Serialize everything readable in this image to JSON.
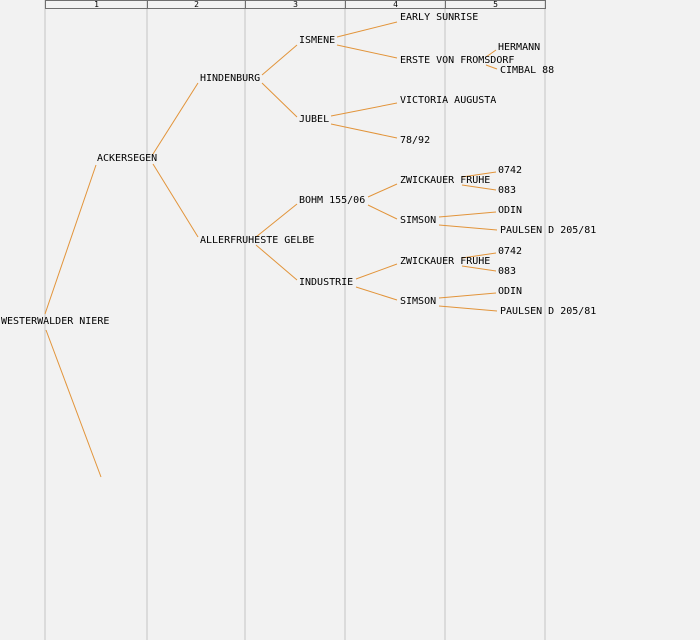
{
  "colors": {
    "background": "#f2f2f2",
    "grid_line": "#c4c4c4",
    "edge_line": "#e2943a",
    "text": "#000000"
  },
  "generation_headers": [
    "1",
    "2",
    "3",
    "4",
    "5"
  ],
  "tree": {
    "nodes": [
      {
        "label": "WESTERWALDER NIERE",
        "generation": 0
      },
      {
        "label": "ACKERSEGEN",
        "generation": 1
      },
      {
        "label": "HINDENBURG",
        "generation": 2
      },
      {
        "label": "ALLERFRUHESTE GELBE",
        "generation": 2
      },
      {
        "label": "ISMENE",
        "generation": 3
      },
      {
        "label": "JUBEL",
        "generation": 3
      },
      {
        "label": "BOHM 155/06",
        "generation": 3
      },
      {
        "label": "INDUSTRIE",
        "generation": 3
      },
      {
        "label": "EARLY SUNRISE",
        "generation": 4
      },
      {
        "label": "ERSTE VON FROMSDORF",
        "generation": 4
      },
      {
        "label": "VICTORIA AUGUSTA",
        "generation": 4
      },
      {
        "label": "78/92",
        "generation": 4
      },
      {
        "label": "ZWICKAUER FRUHE",
        "generation": 4
      },
      {
        "label": "SIMSON",
        "generation": 4
      },
      {
        "label": "ZWICKAUER FRUHE",
        "generation": 4
      },
      {
        "label": "SIMSON",
        "generation": 4
      },
      {
        "label": "HERMANN",
        "generation": 5
      },
      {
        "label": "CIMBAL 88",
        "generation": 5
      },
      {
        "label": "0742",
        "generation": 5
      },
      {
        "label": "083",
        "generation": 5
      },
      {
        "label": "ODIN",
        "generation": 5
      },
      {
        "label": "PAULSEN D 205/81",
        "generation": 5
      },
      {
        "label": "0742",
        "generation": 5
      },
      {
        "label": "083",
        "generation": 5
      },
      {
        "label": "ODIN",
        "generation": 5
      },
      {
        "label": "PAULSEN D 205/81",
        "generation": 5
      }
    ],
    "ancestry": {
      "name": "WESTERWALDER NIERE",
      "parents": [
        {
          "name": "ACKERSEGEN",
          "parents": [
            {
              "name": "HINDENBURG",
              "parents": [
                {
                  "name": "ISMENE",
                  "parents": [
                    {
                      "name": "EARLY SUNRISE"
                    },
                    {
                      "name": "ERSTE VON FROMSDORF",
                      "parents": [
                        {
                          "name": "HERMANN"
                        },
                        {
                          "name": "CIMBAL 88"
                        }
                      ]
                    }
                  ]
                },
                {
                  "name": "JUBEL",
                  "parents": [
                    {
                      "name": "VICTORIA AUGUSTA"
                    },
                    {
                      "name": "78/92"
                    }
                  ]
                }
              ]
            },
            {
              "name": "ALLERFRUHESTE GELBE",
              "parents": [
                {
                  "name": "BOHM 155/06",
                  "parents": [
                    {
                      "name": "ZWICKAUER FRUHE",
                      "parents": [
                        {
                          "name": "0742"
                        },
                        {
                          "name": "083"
                        }
                      ]
                    },
                    {
                      "name": "SIMSON",
                      "parents": [
                        {
                          "name": "ODIN"
                        },
                        {
                          "name": "PAULSEN D 205/81"
                        }
                      ]
                    }
                  ]
                },
                {
                  "name": "INDUSTRIE",
                  "parents": [
                    {
                      "name": "ZWICKAUER FRUHE",
                      "parents": [
                        {
                          "name": "0742"
                        },
                        {
                          "name": "083"
                        }
                      ]
                    },
                    {
                      "name": "SIMSON",
                      "parents": [
                        {
                          "name": "ODIN"
                        },
                        {
                          "name": "PAULSEN D 205/81"
                        }
                      ]
                    }
                  ]
                }
              ]
            }
          ]
        },
        {
          "name": ""
        }
      ]
    }
  }
}
